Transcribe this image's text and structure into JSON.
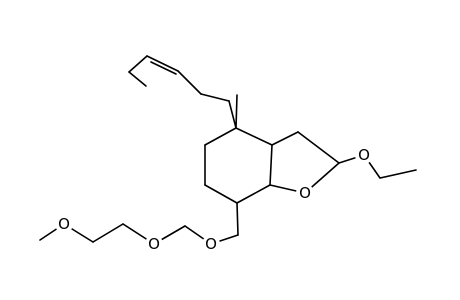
{
  "atom_labels": {
    "o_ring": "O",
    "o_ethoxy": "O",
    "o_linker": "O",
    "o_acetal": "O",
    "o_methoxy": "O"
  },
  "colors": {
    "bond": "#000000",
    "label": "#000000",
    "background": "#ffffff"
  }
}
